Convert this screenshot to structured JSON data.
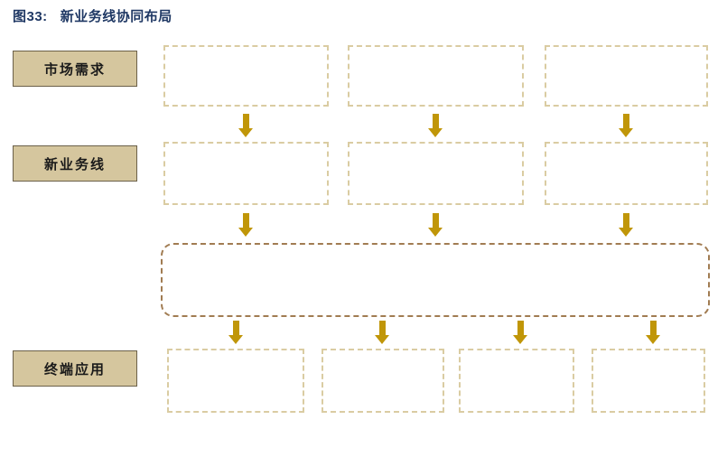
{
  "figure": {
    "label": "图33:",
    "title": "新业务线协同布局"
  },
  "rows": [
    {
      "label": "市场需求"
    },
    {
      "label": "新业务线"
    },
    {
      "label": "终端应用"
    }
  ],
  "diagram": {
    "market_demand_boxes": 3,
    "business_line_boxes": 3,
    "terminal_app_boxes": 4,
    "platform_box": 1,
    "boxes_empty": true
  },
  "colors": {
    "title": "#1F3864",
    "label_fill": "#D5C69E",
    "label_border": "#6B6049",
    "box_dash": "#DACCA2",
    "platform_dash": "#A17C52",
    "arrow": "#C09608",
    "background": "#FFFFFF"
  }
}
